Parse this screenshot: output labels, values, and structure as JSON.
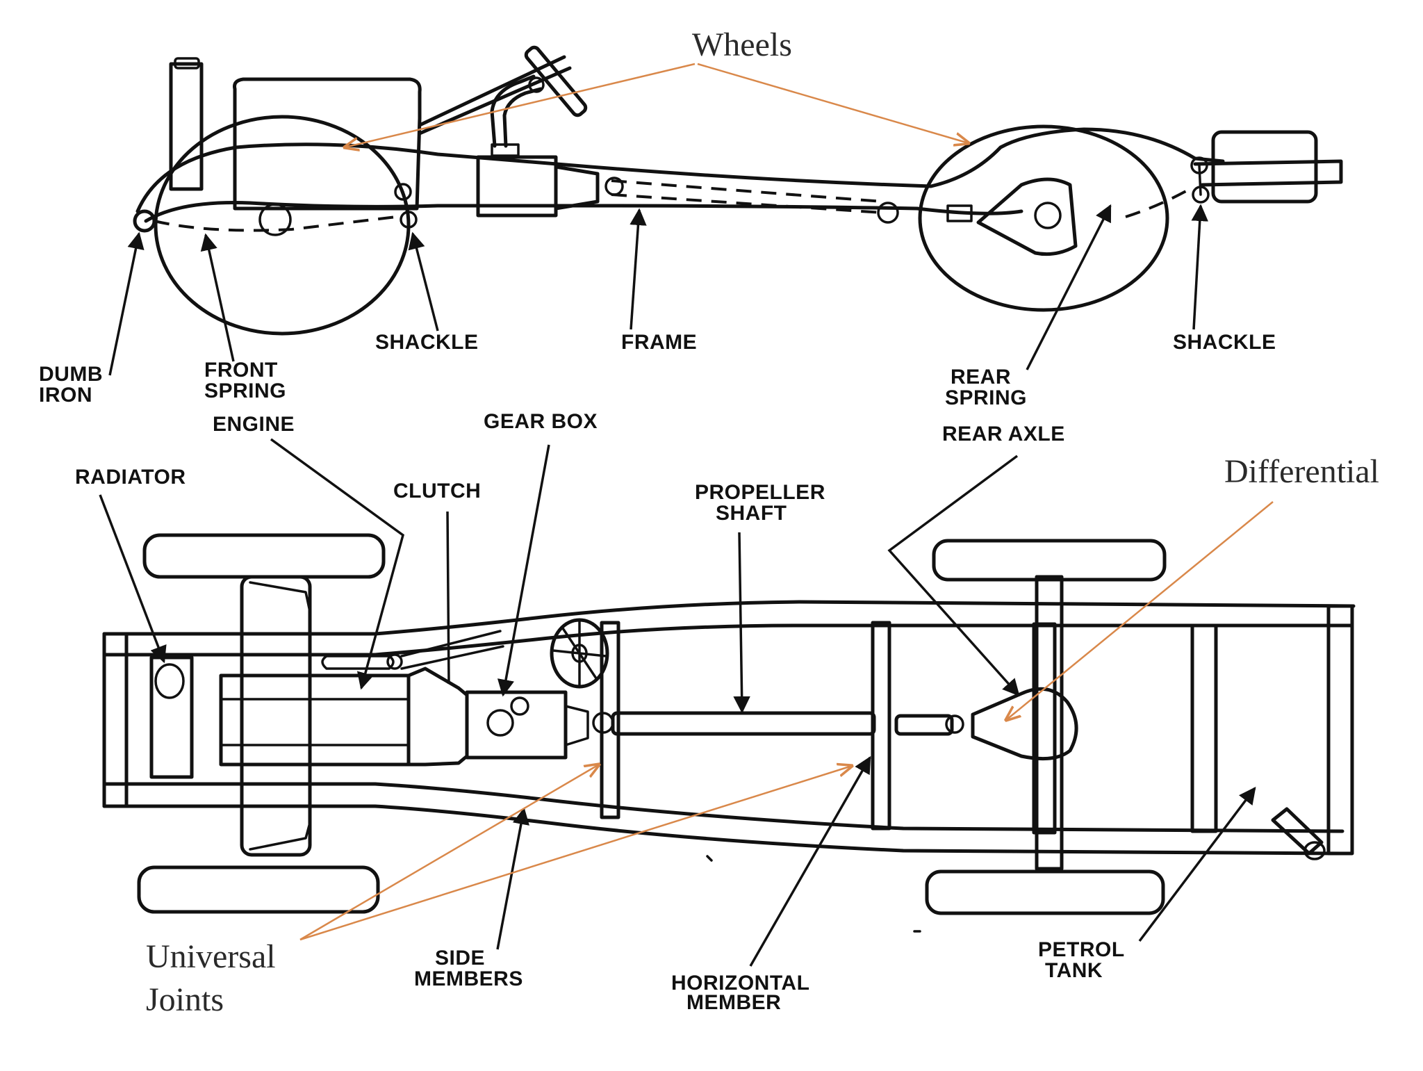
{
  "labels": {
    "dumb_iron": [
      "DUMB",
      "IRON"
    ],
    "front_spring": [
      "FRONT",
      "SPRING"
    ],
    "shackle_front": "SHACKLE",
    "frame": "FRAME",
    "shackle_rear": "SHACKLE",
    "rear_spring": [
      "REAR",
      "SPRING"
    ],
    "engine": "ENGINE",
    "gear_box": "GEAR BOX",
    "rear_axle": "REAR AXLE",
    "radiator": "RADIATOR",
    "clutch": "CLUTCH",
    "propeller_shaft": [
      "PROPELLER",
      "SHAFT"
    ],
    "side_members": [
      "SIDE",
      "MEMBERS"
    ],
    "horizontal_member": [
      "HORIZONTAL",
      "MEMBER"
    ],
    "petrol_tank": [
      "PETROL",
      "TANK"
    ]
  },
  "annotations": {
    "wheels": "Wheels",
    "differential": "Differential",
    "universal_joints": [
      "Universal",
      "Joints"
    ]
  },
  "colors": {
    "ink": "#111111",
    "annotation_arrow": "#d9884a",
    "annotation_text": "#2a2a2a"
  }
}
